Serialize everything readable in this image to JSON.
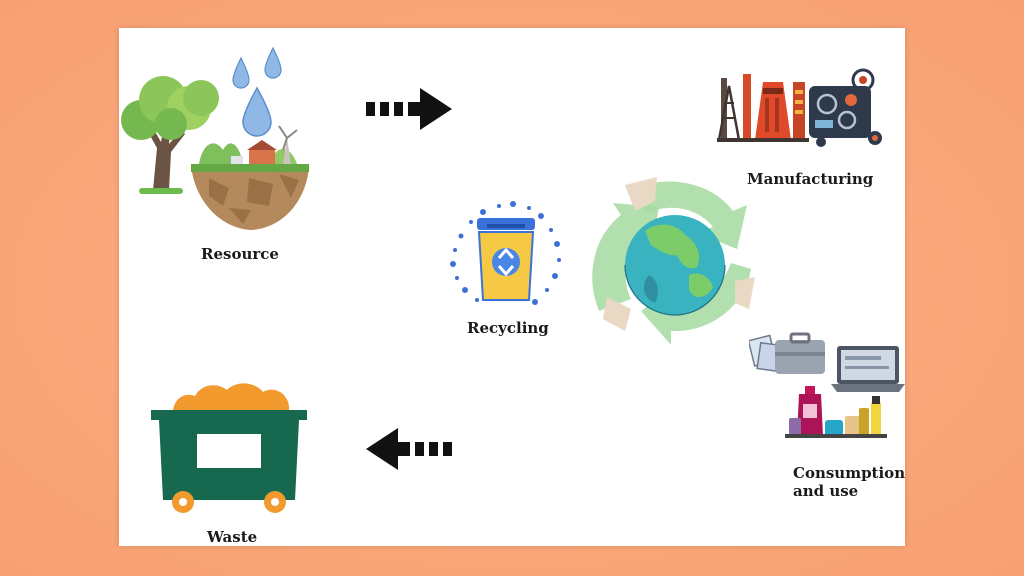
{
  "diagram": {
    "nodes": {
      "resource": {
        "label": "Resource",
        "icon": "tree-land-water-icon"
      },
      "manufacturing": {
        "label": "Manufacturing",
        "icon": "factory-icon"
      },
      "recycling": {
        "label": "Recycling",
        "icon": "recycle-bin-icon"
      },
      "consumption": {
        "label_line1": "Consumption",
        "label_line2": "and use",
        "icon": "products-icon"
      },
      "waste": {
        "label": "Waste",
        "icon": "dumpster-icon"
      }
    },
    "center_icon": "recycle-globe-icon",
    "arrows": [
      {
        "from": "resource",
        "to": "manufacturing",
        "direction": "right"
      },
      {
        "from": "consumption",
        "to": "waste",
        "direction": "left"
      }
    ],
    "colors": {
      "background": "#f9a476",
      "card": "#ffffff",
      "dumpster": "#16684f",
      "waste_pile": "#f29a2e",
      "bin": "#f6c945",
      "recycle_green": "#9fd49b"
    }
  }
}
